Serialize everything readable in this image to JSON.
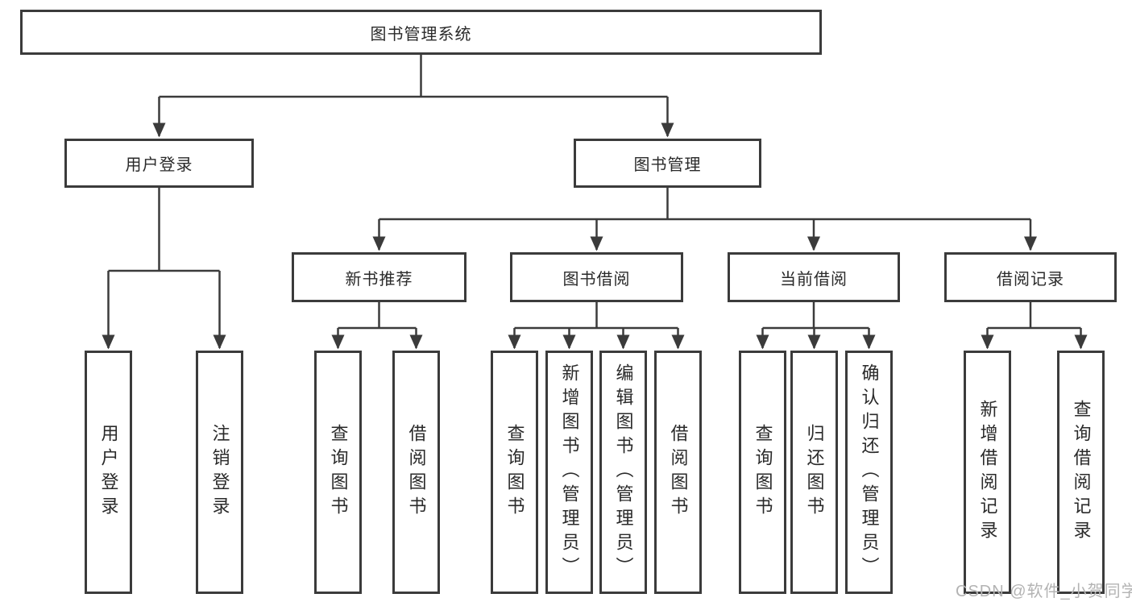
{
  "diagram": {
    "type": "function-decomposition-tree",
    "root": {
      "label": "图书管理系统"
    },
    "level2": [
      {
        "label": "用户登录"
      },
      {
        "label": "图书管理"
      }
    ],
    "level3": [
      {
        "label": "新书推荐"
      },
      {
        "label": "图书借阅"
      },
      {
        "label": "当前借阅"
      },
      {
        "label": "借阅记录"
      }
    ],
    "leaves": {
      "user_login": [
        "用户登录",
        "注销登录"
      ],
      "new_book_recommend": [
        "查询图书",
        "借阅图书"
      ],
      "book_borrow": [
        "查询图书",
        "新增图书（管理员）",
        "编辑图书（管理员）",
        "借阅图书"
      ],
      "current_borrow": [
        "查询图书",
        "归还图书",
        "确认归还（管理员）"
      ],
      "borrow_record": [
        "新增借阅记录",
        "查询借阅记录"
      ]
    }
  },
  "colors": {
    "line": "#3b3b3b",
    "box_border": "#3b3b3b",
    "text": "#2a2a2a",
    "watermark": "#b3b3b3",
    "background": "#ffffff"
  },
  "watermark": {
    "text": "CSDN @软件_小贺同学"
  }
}
